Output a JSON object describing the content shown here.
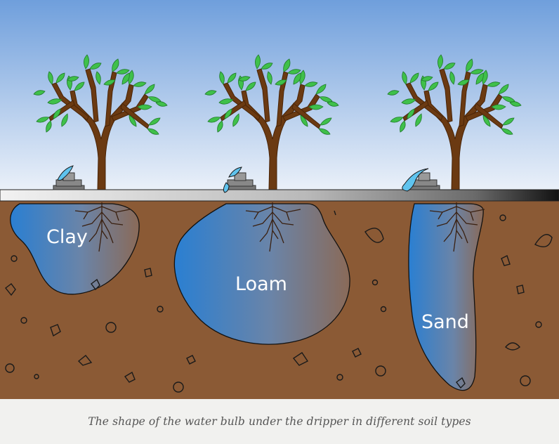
{
  "labels": {
    "clay": "Clay",
    "loam": "Loam",
    "sand": "Sand"
  },
  "caption": "The shape of the water bulb under the dripper in different soil types",
  "colors": {
    "sky_top": "#6f9fdc",
    "sky_bottom": "#f3f6fb",
    "soil": "#8b5a35",
    "water": "#2f7fd0",
    "trunk": "#6b3a12",
    "leaf": "#3fc04a",
    "pipe_light": "#e6e6e6",
    "pipe_dark": "#1a1a1a",
    "dripper": "#777777"
  },
  "icons": [
    "tree",
    "dripper",
    "water-drop",
    "pebble"
  ]
}
